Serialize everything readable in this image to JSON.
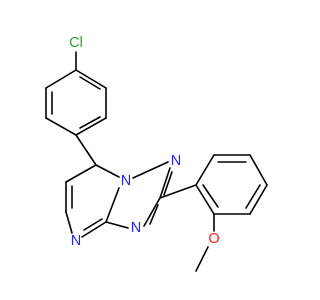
{
  "molecule": {
    "atoms": {
      "chlorine": {
        "symbol": "Cl",
        "color": "#33a02c"
      },
      "n_pyrimidine": {
        "symbol": "N",
        "color": "#2323ff"
      },
      "n_triazole_bottom": {
        "symbol": "N",
        "color": "#2323ff"
      },
      "n_bridge": {
        "symbol": "N",
        "color": "#2323ff"
      },
      "n_triazole_top": {
        "symbol": "N",
        "color": "#2323ff"
      },
      "oxygen": {
        "symbol": "O",
        "color": "#ff2020"
      }
    },
    "bond_color": "#000000"
  }
}
